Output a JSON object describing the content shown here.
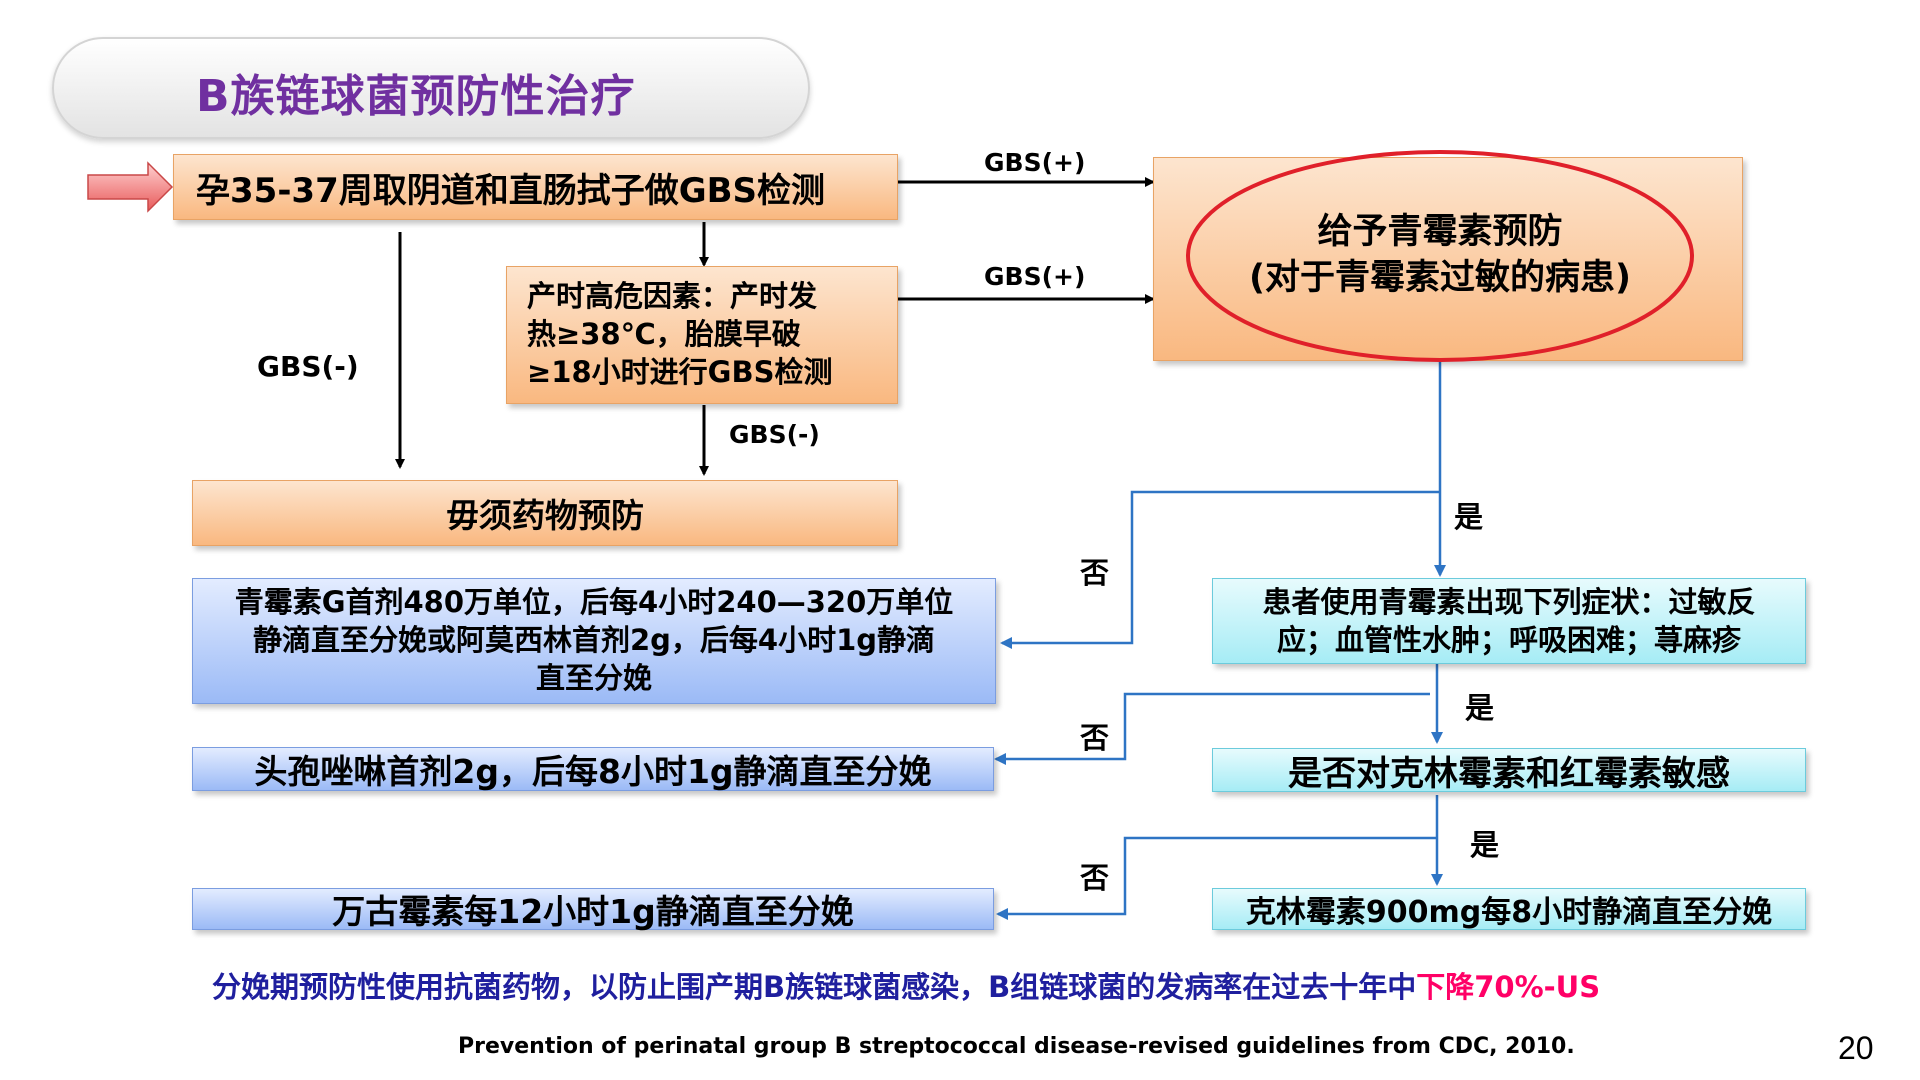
{
  "title": "B族链球菌预防性治疗",
  "boxes": {
    "detect": "孕35-37周取阴道和直肠拭子做GBS检测",
    "risk_l1": "产时高危因素：产时发",
    "risk_l2": "热≥38℃，胎膜早破",
    "risk_l3": "≥18小时进行GBS检测",
    "no_prophylaxis": "毋须药物预防",
    "penicillin_l1": "给予青霉素预防",
    "penicillin_l2": "(对于青霉素过敏的病患)",
    "pen_g_l1": "青霉素G首剂480万单位，后每4小时240—320万单位",
    "pen_g_l2": "静滴直至分娩或阿莫西林首剂2g，后每4小时1g静滴",
    "pen_g_l3": "直至分娩",
    "symptoms_l1": "患者使用青霉素出现下列症状：过敏反",
    "symptoms_l2": "应；血管性水肿；呼吸困难；荨麻疹",
    "cefazolin": "头孢唑啉首剂2g，后每8小时1g静滴直至分娩",
    "sensitive": "是否对克林霉素和红霉素敏感",
    "vancomycin": "万古霉素每12小时1g静滴直至分娩",
    "clindamycin": "克林霉素900mg每8小时静滴直至分娩"
  },
  "labels": {
    "gbs_pos_1": "GBS(+)",
    "gbs_pos_2": "GBS(+)",
    "gbs_neg_1": "GBS(-)",
    "gbs_neg_2": "GBS(-)",
    "yes_1": "是",
    "yes_2": "是",
    "yes_3": "是",
    "no_1": "否",
    "no_2": "否",
    "no_3": "否"
  },
  "summary": {
    "main": "分娩期预防性使用抗菌药物，以防止围产期B族链球菌感染，B组链球菌的发病率在过去十年中",
    "highlight": "下降70%-US"
  },
  "reference": "Prevention of perinatal group B streptococcal disease-revised guidelines from CDC, 2010.",
  "page_number": "20",
  "colors": {
    "title": "#7030a0",
    "summary": "#1f1f9e",
    "highlight": "#ff0066",
    "ellipse": "#e0202a",
    "connector_blue": "#2e74c4"
  }
}
